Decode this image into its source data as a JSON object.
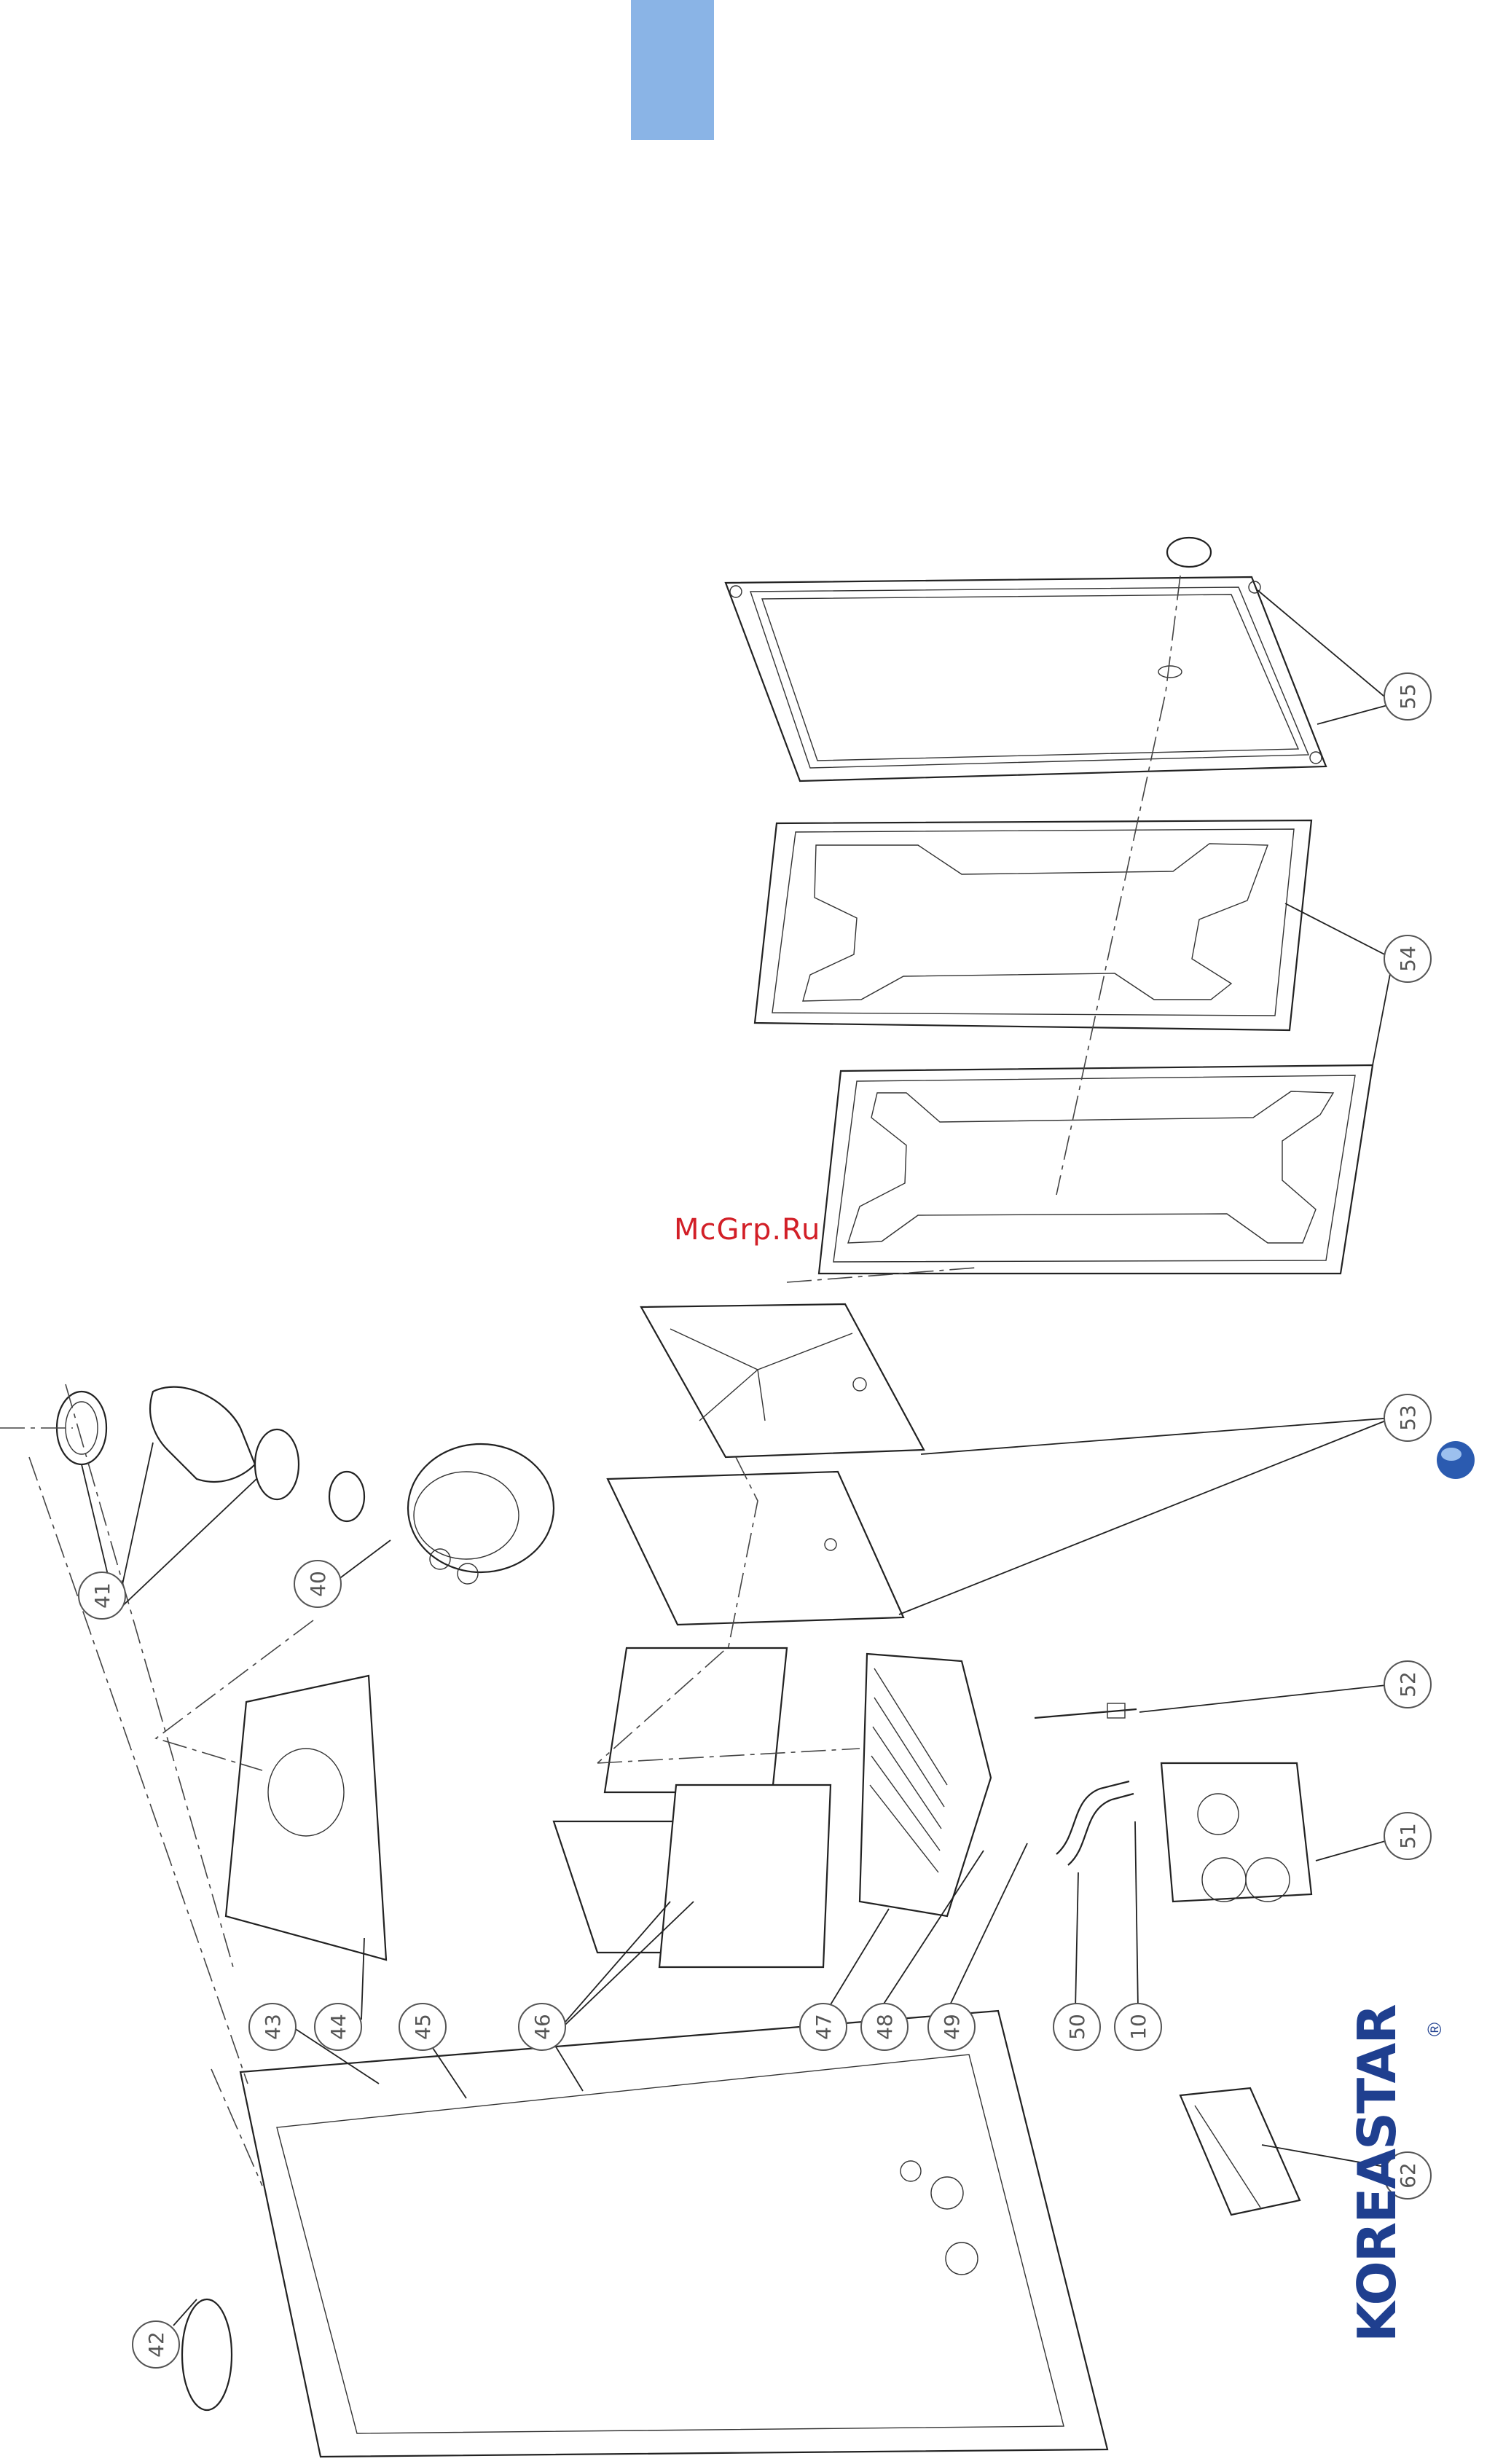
{
  "header": {
    "tab_color": "#8ab4e6"
  },
  "watermark": {
    "text": "McGrp.Ru",
    "color": "#d21f27"
  },
  "brand": {
    "logo_text": "KOREASTAR",
    "registered": "®",
    "color": "#1f3f8f"
  },
  "callouts": [
    {
      "id": "55",
      "label": "55"
    },
    {
      "id": "54",
      "label": "54"
    },
    {
      "id": "53",
      "label": "53"
    },
    {
      "id": "52",
      "label": "52"
    },
    {
      "id": "51",
      "label": "51"
    },
    {
      "id": "41",
      "label": "41"
    },
    {
      "id": "40",
      "label": "40"
    },
    {
      "id": "44",
      "label": "44"
    },
    {
      "id": "43",
      "label": "43"
    },
    {
      "id": "45",
      "label": "45"
    },
    {
      "id": "46",
      "label": "46"
    },
    {
      "id": "47",
      "label": "47"
    },
    {
      "id": "48",
      "label": "48"
    },
    {
      "id": "49",
      "label": "49"
    },
    {
      "id": "50",
      "label": "50"
    },
    {
      "id": "10",
      "label": "10"
    },
    {
      "id": "42",
      "label": "42"
    },
    {
      "id": "62",
      "label": "62"
    }
  ]
}
